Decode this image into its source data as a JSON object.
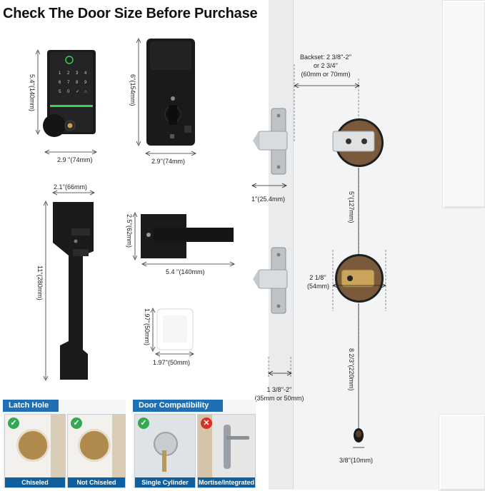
{
  "title": "Check The Door Size Before Purchase",
  "keypad": {
    "height_label": "5.4''(140mm)",
    "width_label": "2.9 ''(74mm)"
  },
  "inner_lock": {
    "height_label": "6''(154mm)",
    "width_label": "2.9''(74mm)"
  },
  "handle": {
    "width_label": "2.1''(66mm)",
    "height_label": "11''(280mm)"
  },
  "lever": {
    "height_label": "2.5''(62mm)",
    "width_label": "5.4 ''(140mm)"
  },
  "sensor": {
    "height_label": "1.97''(50mm)",
    "width_label": "1.97''(50mm)"
  },
  "door": {
    "backset_line1": "Backset: 2 3/8''-2''",
    "backset_line2": "or 2 3/4''",
    "backset_line3": "(60mm or 70mm)",
    "latch_width": "1''(25.4mm)",
    "hole_spacing": "5''(127mm)",
    "hole_diameter_line1": "2 1/8''",
    "hole_diameter_line2": "(54mm)",
    "thickness_line1": "1 3/8''-2''",
    "thickness_line2": "(35mm or 50mm)",
    "lower_distance": "8 2/3''(220mm)",
    "small_hole": "3/8''(10mm)"
  },
  "latch_hole": {
    "header": "Latch Hole",
    "options": [
      "Chiseled",
      "Not Chiseled"
    ]
  },
  "compatibility": {
    "header": "Door Compatibility",
    "options": [
      "Single Cylinder",
      "Mortise/Integrated"
    ]
  },
  "colors": {
    "accent_blue": "#1e6fb3",
    "check_green": "#34a853",
    "cross_red": "#d93025",
    "keypad_green": "#39d353",
    "lock_black": "#1a1a1a"
  }
}
